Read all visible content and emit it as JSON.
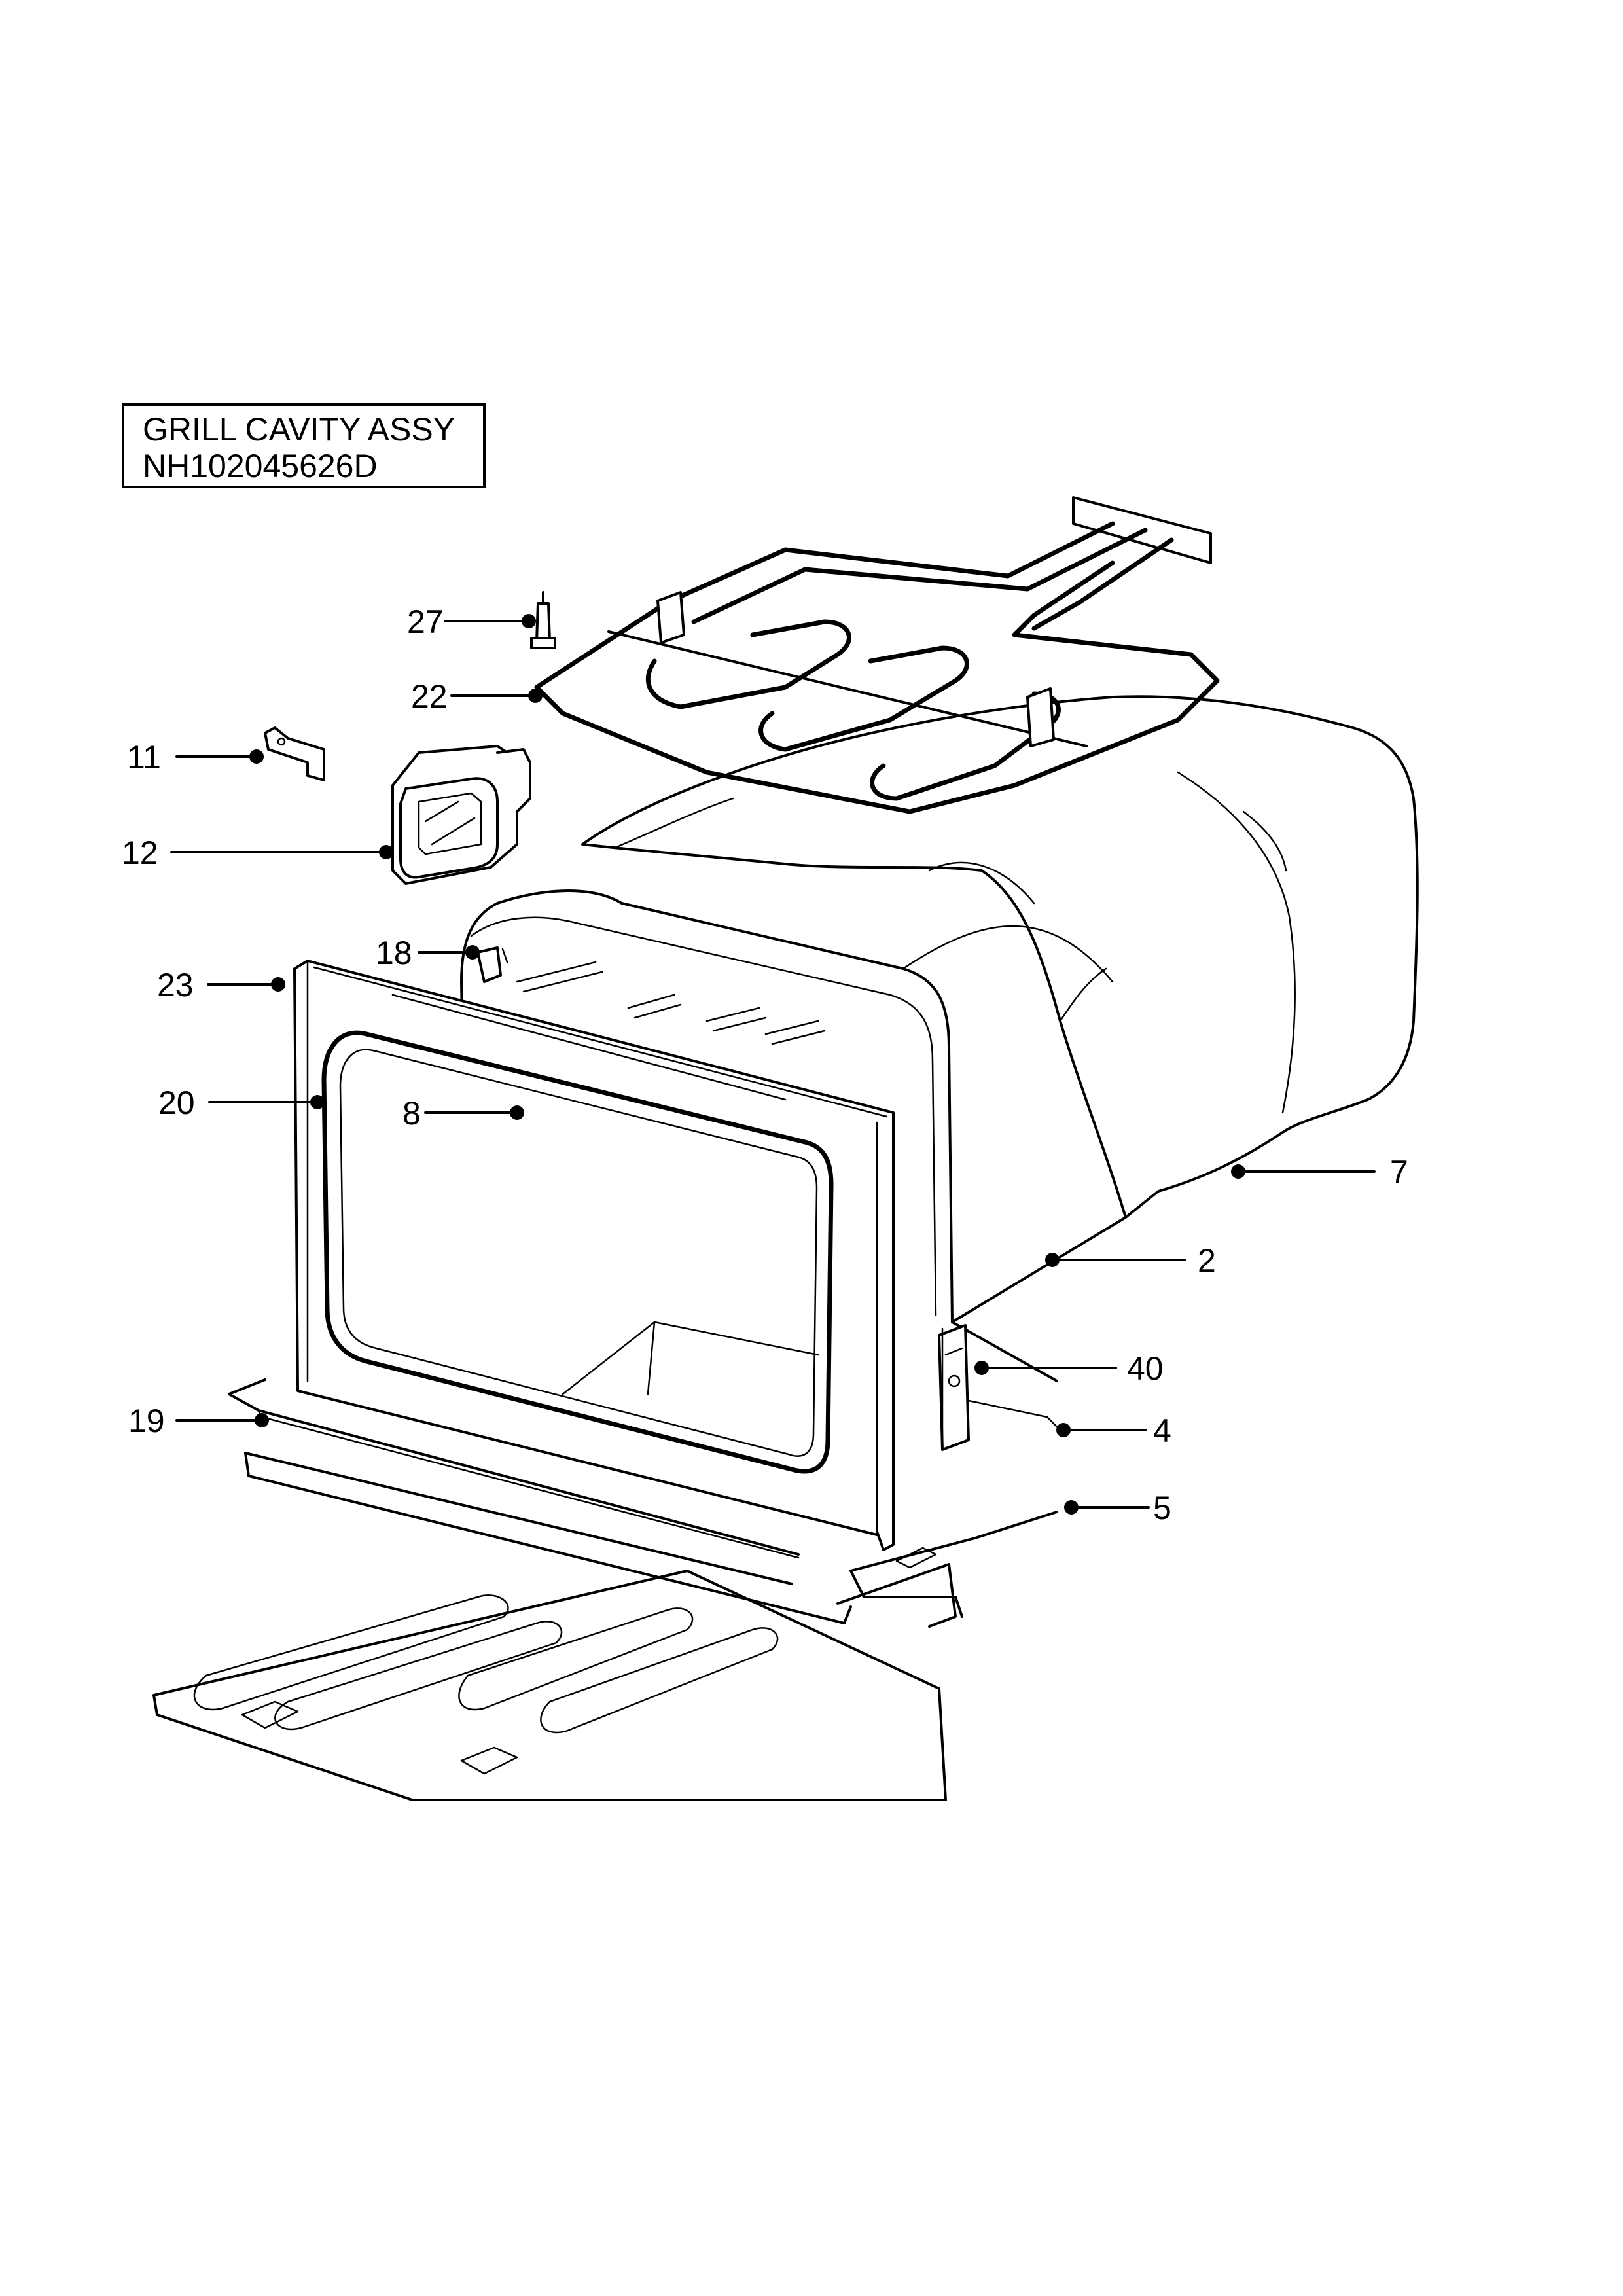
{
  "title": {
    "line1": "GRILL CAVITY ASSY",
    "line2": "NH102045626D"
  },
  "callouts": [
    {
      "id": "c27",
      "label": "27"
    },
    {
      "id": "c22",
      "label": "22"
    },
    {
      "id": "c11",
      "label": "11"
    },
    {
      "id": "c12",
      "label": "12"
    },
    {
      "id": "c18",
      "label": "18"
    },
    {
      "id": "c23",
      "label": "23"
    },
    {
      "id": "c20",
      "label": "20"
    },
    {
      "id": "c8",
      "label": "8"
    },
    {
      "id": "c7",
      "label": "7"
    },
    {
      "id": "c2",
      "label": "2"
    },
    {
      "id": "c40",
      "label": "40"
    },
    {
      "id": "c4",
      "label": "4"
    },
    {
      "id": "c19",
      "label": "19"
    },
    {
      "id": "c5",
      "label": "5"
    }
  ]
}
